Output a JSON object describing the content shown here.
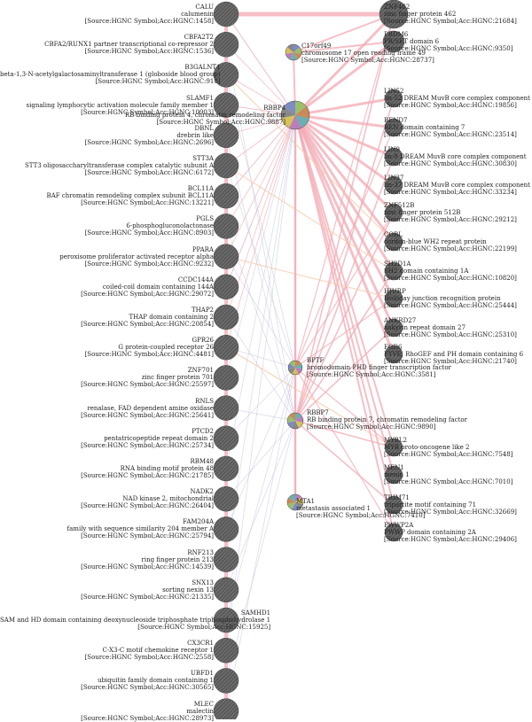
{
  "colors": {
    "coexpression": "#f3a9b4",
    "physical": "#f7c9a8",
    "shared": "#c9c9e3",
    "node_fill": "#555555",
    "hatch": "#888888"
  },
  "left_nodes": [
    {
      "id": "CALU",
      "desc": "calumenin",
      "src": "[Source:HGNC Symbol;Acc:HGNC:1458]"
    },
    {
      "id": "CBFA2T2",
      "desc": "CBFA2/RUNX1 partner transcriptional co-repressor 2",
      "src": "[Source:HGNC Symbol;Acc:HGNC:1536]"
    },
    {
      "id": "B3GALNT1",
      "desc": "beta-1,3-N-acetylgalactosaminyltransferase 1 (globoside blood group)",
      "src": "[Source:HGNC Symbol;Acc:HGNC:918]"
    },
    {
      "id": "SLAMF1",
      "desc": "signaling lymphocytic activation molecule family member 1",
      "src": "[Source:HGNC Symbol;Acc:HGNC:10903]"
    },
    {
      "id": "DBNL",
      "desc": "drebrin like",
      "src": "[Source:HGNC Symbol;Acc:HGNC:2696]"
    },
    {
      "id": "STT3A",
      "desc": "STT3 oligosaccharyltransferase complex catalytic subunit A",
      "src": "[Source:HGNC Symbol;Acc:HGNC:6172]"
    },
    {
      "id": "BCL11A",
      "desc": "BAF chromatin remodeling complex subunit BCL11A",
      "src": "[Source:HGNC Symbol;Acc:HGNC:13221]"
    },
    {
      "id": "PGLS",
      "desc": "6-phosphogluconolactonase",
      "src": "[Source:HGNC Symbol;Acc:HGNC:8903]"
    },
    {
      "id": "PPARA",
      "desc": "peroxisome proliferator activated receptor alpha",
      "src": "[Source:HGNC Symbol;Acc:HGNC:9232]"
    },
    {
      "id": "CCDC144A",
      "desc": "coiled-coil domain containing 144A",
      "src": "[Source:HGNC Symbol;Acc:HGNC:29072]"
    },
    {
      "id": "THAP2",
      "desc": "THAP domain containing 2",
      "src": "[Source:HGNC Symbol;Acc:HGNC:20854]"
    },
    {
      "id": "GPR26",
      "desc": "G protein-coupled receptor 26",
      "src": "[Source:HGNC Symbol;Acc:HGNC:4481]"
    },
    {
      "id": "ZNF701",
      "desc": "zinc finger protein 701",
      "src": "[Source:HGNC Symbol;Acc:HGNC:25597]"
    },
    {
      "id": "RNLS",
      "desc": "renalase, FAD dependent amine oxidase",
      "src": "[Source:HGNC Symbol;Acc:HGNC:25641]"
    },
    {
      "id": "PTCD2",
      "desc": "pentatricopeptide repeat domain 2",
      "src": "[Source:HGNC Symbol;Acc:HGNC:25734]"
    },
    {
      "id": "RBM48",
      "desc": "RNA binding motif protein 48",
      "src": "[Source:HGNC Symbol;Acc:HGNC:21785]"
    },
    {
      "id": "NADK2",
      "desc": "NAD kinase 2, mitochondrial",
      "src": "[Source:HGNC Symbol;Acc:HGNC:26404]"
    },
    {
      "id": "FAM204A",
      "desc": "family with sequence similarity 204 member A",
      "src": "[Source:HGNC Symbol;Acc:HGNC:25794]"
    },
    {
      "id": "RNF213",
      "desc": "ring finger protein 213",
      "src": "[Source:HGNC Symbol;Acc:HGNC:14539]"
    },
    {
      "id": "SNX13",
      "desc": "sorting nexin 13",
      "src": "[Source:HGNC Symbol;Acc:HGNC:21335]"
    },
    {
      "id": "SAMHD1",
      "desc": "SAM and HD domain containing deoxynucleoside triphosphate triphosphohydrolase 1",
      "src": "[Source:HGNC Symbol;Acc:HGNC:15925]"
    },
    {
      "id": "CX3CR1",
      "desc": "C-X3-C motif chemokine receptor 1",
      "src": "[Source:HGNC Symbol;Acc:HGNC:2558]"
    },
    {
      "id": "UBFD1",
      "desc": "ubiquitin family domain containing 1",
      "src": "[Source:HGNC Symbol;Acc:HGNC:30565]"
    },
    {
      "id": "MLEC",
      "desc": "malectin",
      "src": "[Source:HGNC Symbol;Acc:HGNC:28973]"
    }
  ],
  "right_nodes": [
    {
      "id": "ZNF462",
      "desc": "zinc finger protein 462",
      "src": "[Source:HGNC Symbol;Acc:HGNC:21684]"
    },
    {
      "id": "PRDM6",
      "desc": "PR/SET domain 6",
      "src": "[Source:HGNC Symbol;Acc:HGNC:9350]"
    },
    {
      "id": "LIN52",
      "desc": "lin-52 DREAM MuvB core complex component",
      "src": "[Source:HGNC Symbol;Acc:HGNC:19856]"
    },
    {
      "id": "BEND7",
      "desc": "BEN domain containing 7",
      "src": "[Source:HGNC Symbol;Acc:HGNC:23514]"
    },
    {
      "id": "LIN9",
      "desc": "lin-9 DREAM MuvB core complex component",
      "src": "[Source:HGNC Symbol;Acc:HGNC:30830]"
    },
    {
      "id": "LIN37",
      "desc": "lin-37 DREAM MuvB core complex component",
      "src": "[Source:HGNC Symbol;Acc:HGNC:33234]"
    },
    {
      "id": "ZNF512B",
      "desc": "zinc finger protein 512B",
      "src": "[Source:HGNC Symbol;Acc:HGNC:29212]"
    },
    {
      "id": "COBL",
      "desc": "cordon-blue WH2 repeat protein",
      "src": "[Source:HGNC Symbol;Acc:HGNC:22199]"
    },
    {
      "id": "SH2D1A",
      "desc": "SH2 domain containing 1A",
      "src": "[Source:HGNC Symbol;Acc:HGNC:10820]"
    },
    {
      "id": "HJURP",
      "desc": "Holliday junction recognition protein",
      "src": "[Source:HGNC Symbol;Acc:HGNC:25444]"
    },
    {
      "id": "ANKRD27",
      "desc": "ankyrin repeat domain 27",
      "src": "[Source:HGNC Symbol;Acc:HGNC:25310]"
    },
    {
      "id": "FGD6",
      "desc": "FYVE, RhoGEF and PH domain containing 6",
      "src": "[Source:HGNC Symbol;Acc:HGNC:21740]"
    },
    {
      "id": "MYBL2",
      "desc": "MYB proto-oncogene like 2",
      "src": "[Source:HGNC Symbol;Acc:HGNC:7548]"
    },
    {
      "id": "MEN1",
      "desc": "menin 1",
      "src": "[Source:HGNC Symbol;Acc:HGNC:7010]"
    },
    {
      "id": "TRIM71",
      "desc": "tripartite motif containing 71",
      "src": "[Source:HGNC Symbol;Acc:HGNC:32669]"
    },
    {
      "id": "PWWP2A",
      "desc": "PWWP domain containing 2A",
      "src": "[Source:HGNC Symbol;Acc:HGNC:29406]"
    }
  ],
  "center_nodes": [
    {
      "id": "C17orf49",
      "desc": "chromosome 17 open reading frame 49",
      "src": "[Source:HGNC Symbol;Acc:HGNC:28737]"
    },
    {
      "id": "RBBP4",
      "desc": "RB binding protein 4, chromatin remodeling factor",
      "src": "[Source:HGNC Symbol;Acc:HGNC:9887]"
    },
    {
      "id": "BPTF",
      "desc": "bromodomain PHD finger transcription factor",
      "src": "[Source:HGNC Symbol;Acc:HGNC:3581]"
    },
    {
      "id": "RBBP7",
      "desc": "RB binding protein 7, chromatin remodeling factor",
      "src": "[Source:HGNC Symbol;Acc:HGNC:9890]"
    },
    {
      "id": "MTA1",
      "desc": "metastasis associated 1",
      "src": "[Source:HGNC Symbol;Acc:HGNC:7410]"
    }
  ]
}
